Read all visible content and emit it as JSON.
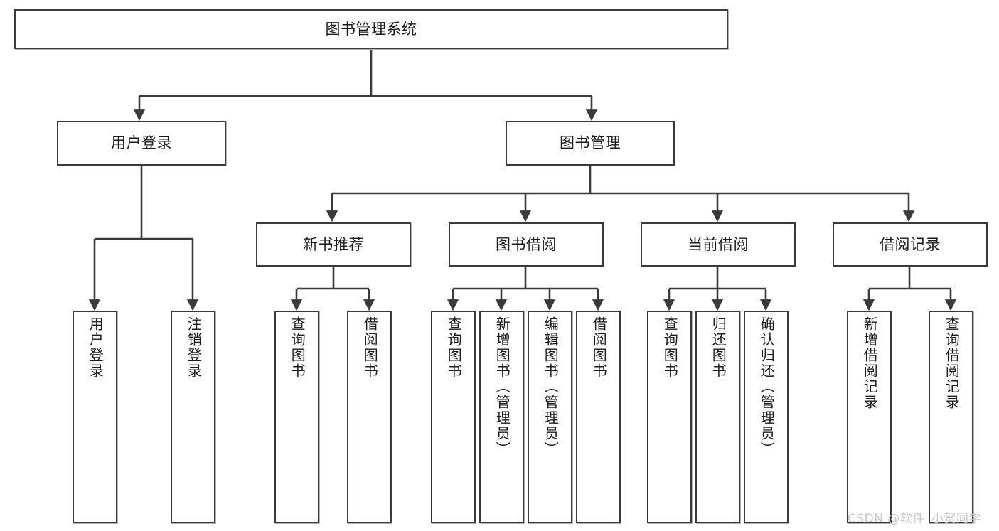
{
  "diagram": {
    "title": "图书管理系统",
    "type": "功能结构图",
    "watermark": "CSDN @软件_小贺同学",
    "colors": {
      "box_border": "#3a3a3a",
      "box_fill": "#ffffff",
      "connector": "#3a3a3a",
      "text": "#1b1b1b",
      "watermark": "#c9c9c9"
    }
  },
  "nodes": {
    "root": {
      "label": "图书管理系统"
    },
    "level2": {
      "user_login": {
        "label": "用户登录"
      },
      "book_manage": {
        "label": "图书管理"
      }
    },
    "level3": {
      "new_book_rec": {
        "label": "新书推荐"
      },
      "book_borrow": {
        "label": "图书借阅"
      },
      "current_borrow": {
        "label": "当前借阅"
      },
      "borrow_record": {
        "label": "借阅记录"
      }
    },
    "leaves": {
      "user_login": [
        {
          "label": "用户登录"
        },
        {
          "label": "注销登录"
        }
      ],
      "new_book_rec": [
        {
          "label": "查询图书"
        },
        {
          "label": "借阅图书"
        }
      ],
      "book_borrow": [
        {
          "label": "查询图书"
        },
        {
          "label": "新增图书（管理员）"
        },
        {
          "label": "编辑图书（管理员）"
        },
        {
          "label": "借阅图书"
        }
      ],
      "current_borrow": [
        {
          "label": "查询图书"
        },
        {
          "label": "归还图书"
        },
        {
          "label": "确认归还（管理员）"
        }
      ],
      "borrow_record": [
        {
          "label": "新增借阅记录"
        },
        {
          "label": "查询借阅记录"
        }
      ]
    }
  }
}
